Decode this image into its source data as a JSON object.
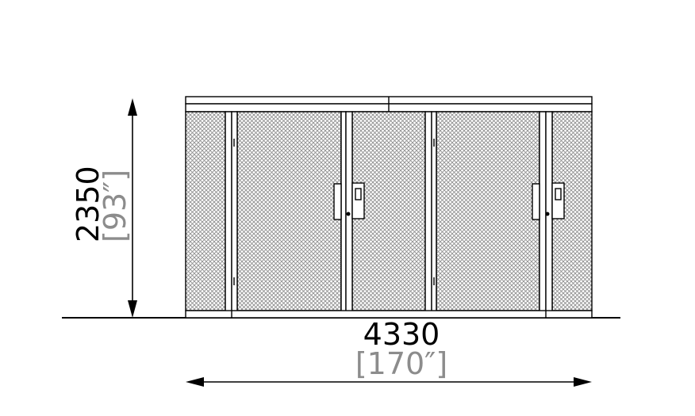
{
  "dimensions": {
    "height": {
      "mm": "2350",
      "inch": "[93″]"
    },
    "width": {
      "mm": "4330",
      "inch": "[170″]"
    }
  },
  "colors": {
    "line": "#000000",
    "secondary_text": "#8c8c8c",
    "mesh": "#9a9a9a",
    "background": "#ffffff"
  },
  "icons": [
    "arrow-icon",
    "door-handle-icon",
    "keyhole-icon"
  ]
}
